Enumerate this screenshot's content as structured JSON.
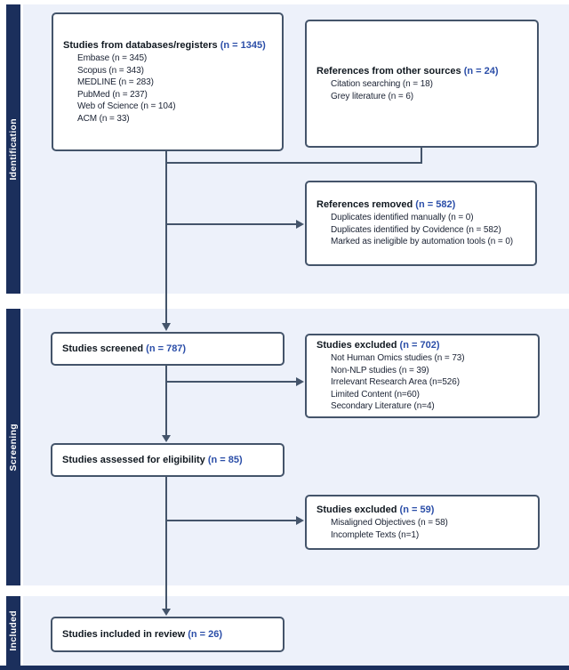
{
  "colors": {
    "stage_bar": "#1B2F5C",
    "band_background": "#EDF1FA",
    "box_border": "#44546A",
    "connector_line": "#44546A",
    "title_text": "#101820",
    "n_value_text": "#2B4EA8",
    "item_text": "#1A2233"
  },
  "stages": {
    "identification": "Identification",
    "screening": "Screening",
    "included": "Included"
  },
  "boxes": {
    "databases": {
      "title": "Studies from databases/registers",
      "n": "(n = 1345)",
      "items": [
        "Embase (n = 345)",
        "Scopus (n = 343)",
        "MEDLINE (n = 283)",
        "PubMed (n = 237)",
        "Web of Science (n = 104)",
        "ACM (n = 33)"
      ]
    },
    "other_sources": {
      "title": "References from other sources",
      "n": "(n = 24)",
      "items": [
        "Citation searching (n = 18)",
        "Grey literature (n = 6)"
      ]
    },
    "references_removed": {
      "title": "References removed",
      "n": "(n = 582)",
      "items": [
        "Duplicates identified manually (n = 0)",
        "Duplicates identified by Covidence (n = 582)",
        "Marked as ineligible by automation tools (n = 0)"
      ]
    },
    "screened": {
      "title": "Studies screened",
      "n": "(n = 787)",
      "items": []
    },
    "excluded_screening": {
      "title": "Studies excluded",
      "n": "(n = 702)",
      "items": [
        "Not Human Omics studies (n = 73)",
        "Non-NLP studies (n = 39)",
        "Irrelevant Research Area (n=526)",
        "Limited Content (n=60)",
        "Secondary Literature (n=4)"
      ]
    },
    "assessed": {
      "title": "Studies assessed for eligibility",
      "n": "(n = 85)",
      "items": []
    },
    "excluded_eligibility": {
      "title": "Studies excluded",
      "n": "(n = 59)",
      "items": [
        "Misaligned Objectives (n = 58)",
        "Incomplete Texts (n=1)"
      ]
    },
    "included": {
      "title": "Studies included in review",
      "n": "(n = 26)",
      "items": []
    }
  }
}
